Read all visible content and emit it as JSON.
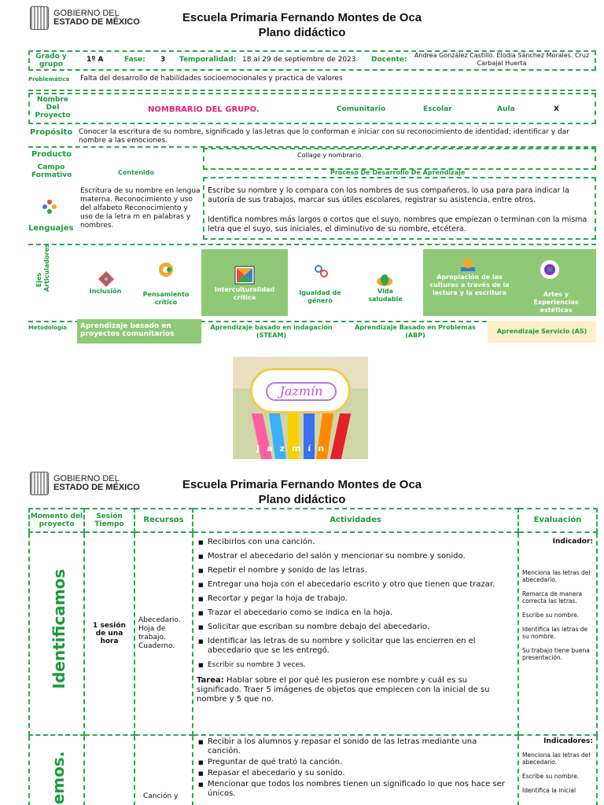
{
  "header": {
    "gov_line1": "GOBIERNO DEL",
    "gov_line2": "ESTADO DE MÉXICO",
    "school": "Escuela Primaria Fernando Montes de Oca",
    "doc": "Plano didáctico"
  },
  "info": {
    "grado_label": "Grado y grupo",
    "grado": "1º A",
    "fase_label": "Fase:",
    "fase": "3",
    "temp_label": "Temporalidad:",
    "temp": "18 al 29 de septiembre de 2023.",
    "doc_label": "Docente:",
    "docente": "Andrea González Castillo. Elodia Sánchez Morales. Cruz Carbajal Huerta",
    "prob_label": "Problemática",
    "prob": "Falta del desarrollo de habilidades socioemocionales y practica de valores",
    "nombre_label": "Nombre Del Proyecto",
    "nombre": "NOMBRARIO DEL GRUPO.",
    "comunitario": "Comunitario",
    "escolar": "Escolar",
    "aula": "Aula",
    "aula_mark": "X",
    "prop_label": "Propósito",
    "prop": "Conocer la escritura de su nombre, significado y las letras que lo conforman e iniciar con su reconocimiento de identidad; identificar y dar nombre a las emociones.",
    "prod_label": "Producto",
    "prod": "Collage y nombrario.",
    "campo_label": "Campo Formativo",
    "contenido_label": "Contenido",
    "pda_label": "Proceso De Desarrollo De Aprendizaje",
    "campo": "Lenguajes",
    "contenido": "Escritura de su nombre en lengua materna. Reconocimiento y uso del alfabeto Reconocimiento y uso de la letra m en palabras y nombres.",
    "pda1": "Escribe su nombre y lo compara con los nombres de sus compañeros, lo usa para para indicar la autoría de sus trabajos, marcar sus útiles escolares, registrar su asistencia, entre otros.",
    "pda2": "Identifica nombres más largos o cortos que el suyo, nombres que empiezan o terminan con la misma letra que el suyo, sus iniciales, el diminutivo de su nombre, etcétera.",
    "ejes_label": "Ejes Articuladores",
    "ejes": [
      "Inclusión",
      "Pensamiento crítico",
      "Interculturalidad crítica",
      "Igualdad de género",
      "Vida saludable",
      "Apropiación de las culturas a través de la lectura y la escritura",
      "Artes y Experiencias estéticas"
    ],
    "met_label": "Metodología",
    "met": [
      "Aprendizaje basado en proyectos comunitarios",
      "Aprendizaje basado en indagación (STEAM)",
      "Aprendizaje Basado en Problemas (ABP)",
      "Aprendizaje Servicio (AS)"
    ]
  },
  "image": {
    "name_text": "Jazmín",
    "letters": [
      "J",
      "a",
      "z",
      "m",
      "í",
      "n"
    ]
  },
  "table2": {
    "headers": [
      "Momento del proyecto",
      "Sesión Tiempo",
      "Recursos",
      "Actividades",
      "Evaluación"
    ],
    "row1": {
      "momento": "Identificamos",
      "sesion": "1 sesión de una hora",
      "recursos": "Abecedario. Hoja de trabajo. Cuaderno.",
      "acts": [
        "Recibirlos con una canción.",
        "Mostrar el abecedario del salón y mencionar su nombre y sonido.",
        "Repetir el nombre y sonido de las letras.",
        "Entregar una hoja con el abecedario escrito y otro que tienen que trazar.",
        "Recortar y pegar la hoja de trabajo.",
        "Trazar el abecedario como se indica en la hoja.",
        "Solicitar que escriban su nombre debajo del abecedario.",
        "Identificar las letras de su nombre y solicitar que las encierren en el abecedario que se les entregó.",
        "Escribir su nombre 3 veces."
      ],
      "tarea_label": "Tarea:",
      "tarea": "Hablar sobre el por qué les pusieron ese nombre y cuál es su significado. Traer 5 imágenes de objetos que empiecen con la inicial de su nombre y 5 que no.",
      "ind_label": "Indicador:",
      "inds": [
        "Menciona las letras del abecedario.",
        "Remarca de manera correcta las letras.",
        "Escribe su nombre.",
        "Identifica las letras de su nombre.",
        "Su trabajo tiene buena presentación."
      ]
    },
    "row2": {
      "momento": "...emos.",
      "recursos": "Canción y",
      "acts": [
        "Recibir a los alumnos y repasar el sonido de las letras mediante una canción.",
        "Preguntar de qué trató la canción.",
        "Repasar el abecedario y su sonido.",
        "Mencionar que todos los nombres tienen un significado lo que nos hace ser únicos."
      ],
      "ind_label": "Indicadores:",
      "inds": [
        "Menciona las letras del abecedario.",
        "Escribe su nombre.",
        "Identifica la inicial"
      ]
    }
  }
}
